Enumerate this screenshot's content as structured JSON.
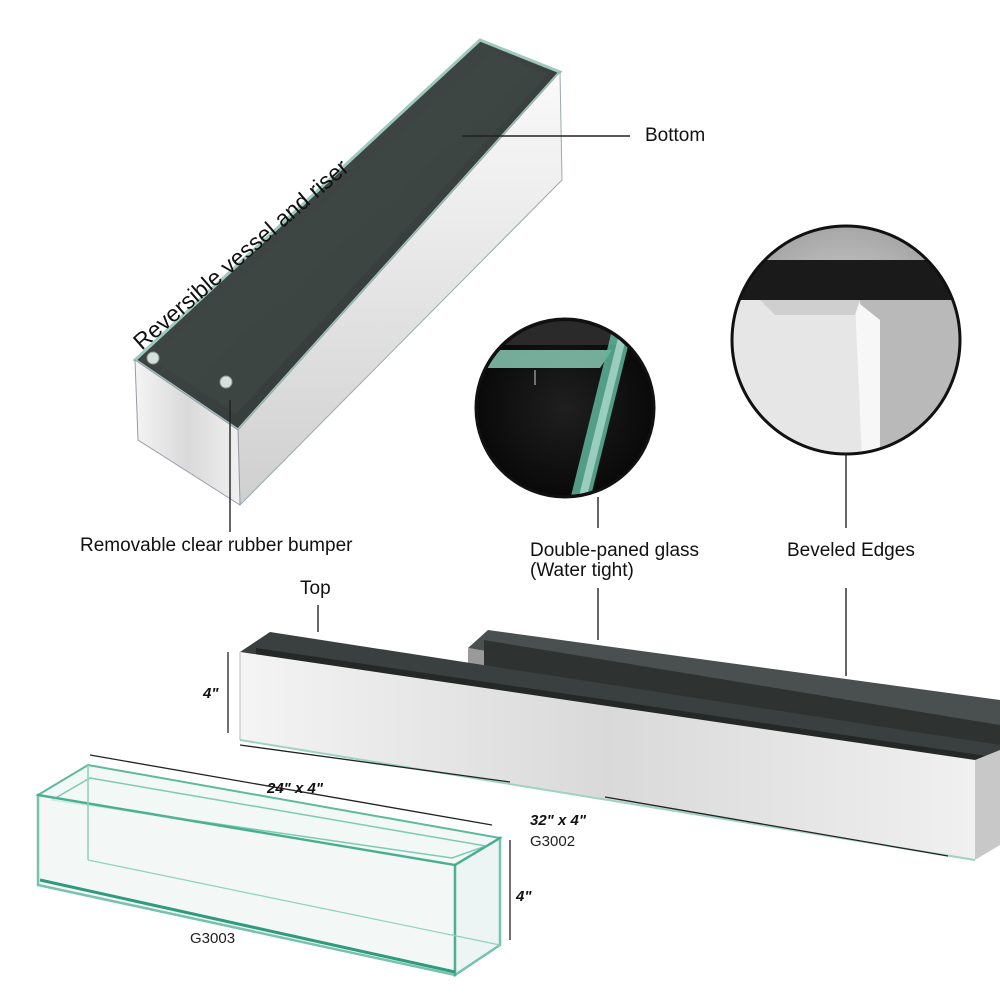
{
  "callouts": {
    "reversible": "Reversible vessel and riser",
    "bottom": "Bottom",
    "bumper": "Removable clear rubber bumper",
    "double_paned_line1": "Double-paned glass",
    "double_paned_line2": "(Water tight)",
    "beveled": "Beveled Edges",
    "top": "Top"
  },
  "dimensions": {
    "height_left": "4\"",
    "height_right": "4\"",
    "size_small": "24\" x 4\"",
    "size_large": "32\" x 4\""
  },
  "product_codes": {
    "mirrored": "G3002",
    "clear": "G3003"
  },
  "colors": {
    "mirror_light": "#e6e6e6",
    "mirror_dark": "#3a3f3e",
    "glass_edge": "#3fa88a"
  }
}
